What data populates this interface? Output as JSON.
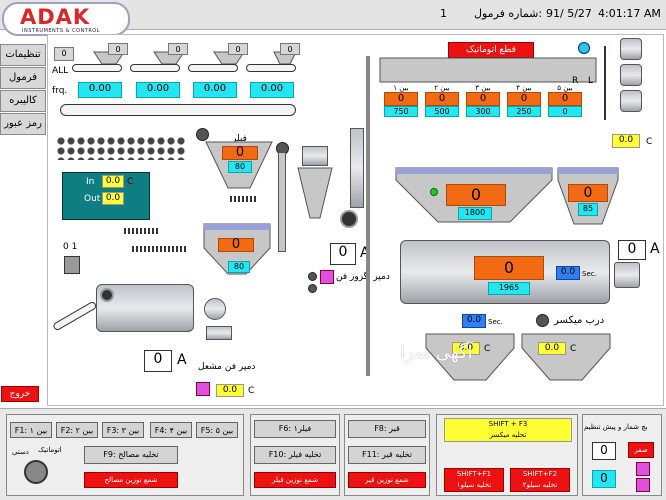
{
  "header": {
    "brand": "ADAK",
    "brand_sub": "INSTRUMENTS & CONTROL",
    "time": "4:01:17 AM",
    "date": "91/ 5/27",
    "formula_label": "شماره فرمول:",
    "formula_num": "1"
  },
  "side_menu": [
    "تنظیمات",
    "فرمول",
    "کالیبره",
    "رمز عبور"
  ],
  "exit_label": "خروج",
  "feeders": {
    "all_label": "ALL",
    "frq_label": "frq.",
    "all_value": "0",
    "counts": [
      "0",
      "0",
      "0",
      "0"
    ],
    "freqs": [
      "0.00",
      "0.00",
      "0.00",
      "0.00"
    ]
  },
  "dryer": {
    "in_label": "In",
    "out_label": "Out",
    "in_value": "0.0",
    "out_value": "0.0",
    "unit": "C"
  },
  "switch_label": "0    1",
  "filter": {
    "label": "فیلر",
    "value": "0",
    "sub": "80"
  },
  "hopper2": {
    "value": "0",
    "sub": "80"
  },
  "a_box1": {
    "value": "0",
    "unit": "A"
  },
  "a_box2": {
    "value": "0",
    "unit": "A"
  },
  "a_box3": {
    "value": "0",
    "unit": "A"
  },
  "damper_reverse_label": "دمپر اگزوز فن",
  "damper_burner_label": "دمپر فن مشعل",
  "burner_c": {
    "value": "0.0",
    "unit": "C"
  },
  "auto_button": "قطع اتوماتیک",
  "bins": {
    "labels": [
      "بین ۱",
      "بین ۲",
      "بین ۳",
      "بین ۴",
      "بین ۵"
    ],
    "values": [
      "0",
      "0",
      "0",
      "0",
      "0"
    ],
    "subs": [
      "750",
      "500",
      "300",
      "250",
      "0"
    ]
  },
  "tank": {
    "r": "R",
    "l": "L",
    "c_value": "0.0",
    "unit": "C"
  },
  "weigh_big": {
    "value": "0",
    "sub": "1800"
  },
  "weigh_small": {
    "value": "0",
    "sub": "85"
  },
  "mixer": {
    "value": "0",
    "sub": "1965",
    "sec_value": "0.0",
    "sec_label": "Sec.",
    "a_value": "0",
    "a_unit": "A"
  },
  "mixer_door": {
    "value": "0.0",
    "sec_label": "Sec.",
    "label": "درب میکسر"
  },
  "silos": {
    "v1": "0.0",
    "v2": "0.0",
    "unit": "C"
  },
  "watermark": "آگهی سرا",
  "bottom": {
    "fkeys": [
      "F1: بین ۱",
      "F2: بین ۲",
      "F3: بین ۳",
      "F4: بین ۴",
      "F5: بین ۵"
    ],
    "f9": "F9:    تخلیه مصالح",
    "auto": "اتوماتیک",
    "manual": "دستی",
    "red1": "شمع توزین مصالح",
    "f6": "F6:        فیلر۱",
    "f10": "F10:    تخلیه فیلر",
    "red2": "شمع توزین فیلر",
    "f8": "F8:         قیر",
    "f11": "F11:    تخلیه قیر",
    "red3": "شمع توزین قیر",
    "shift3_a": "SHIFT + F3",
    "shift3_b": "تخلیه میکسر",
    "shift1_a": "SHIFT+F1",
    "shift1_b": "تخلیه سیلو۱",
    "shift2_a": "SHIFT+F2",
    "shift2_b": "تخلیه سیلو۲",
    "counter_title": "بچ شمار و پیش تنظیم",
    "counter_val": "0",
    "counter_set": "0",
    "counter_red": "صفر"
  }
}
